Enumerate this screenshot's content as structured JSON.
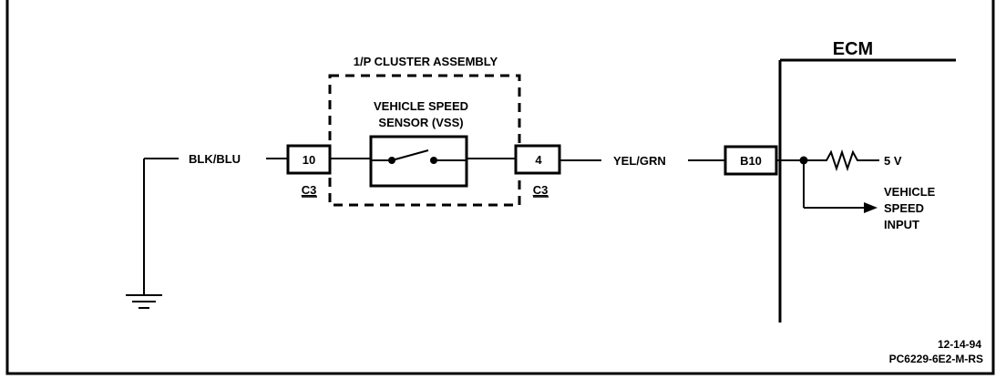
{
  "diagram": {
    "cluster_label": "1/P CLUSTER ASSEMBLY",
    "sensor_label_line1": "VEHICLE SPEED",
    "sensor_label_line2": "SENSOR (VSS)",
    "left_wire": "BLK/BLU",
    "right_wire": "YEL/GRN",
    "pin_left": "10",
    "pin_right": "4",
    "connector_left": "C3",
    "connector_right": "C3",
    "ecm_label": "ECM",
    "ecm_pin": "B10",
    "voltage": "5 V",
    "input_line1": "VEHICLE",
    "input_line2": "SPEED",
    "input_line3": "INPUT",
    "date": "12-14-94",
    "ref_code": "PC6229-6E2-M-RS"
  },
  "colors": {
    "ink": "#000000",
    "paper": "#ffffff"
  }
}
